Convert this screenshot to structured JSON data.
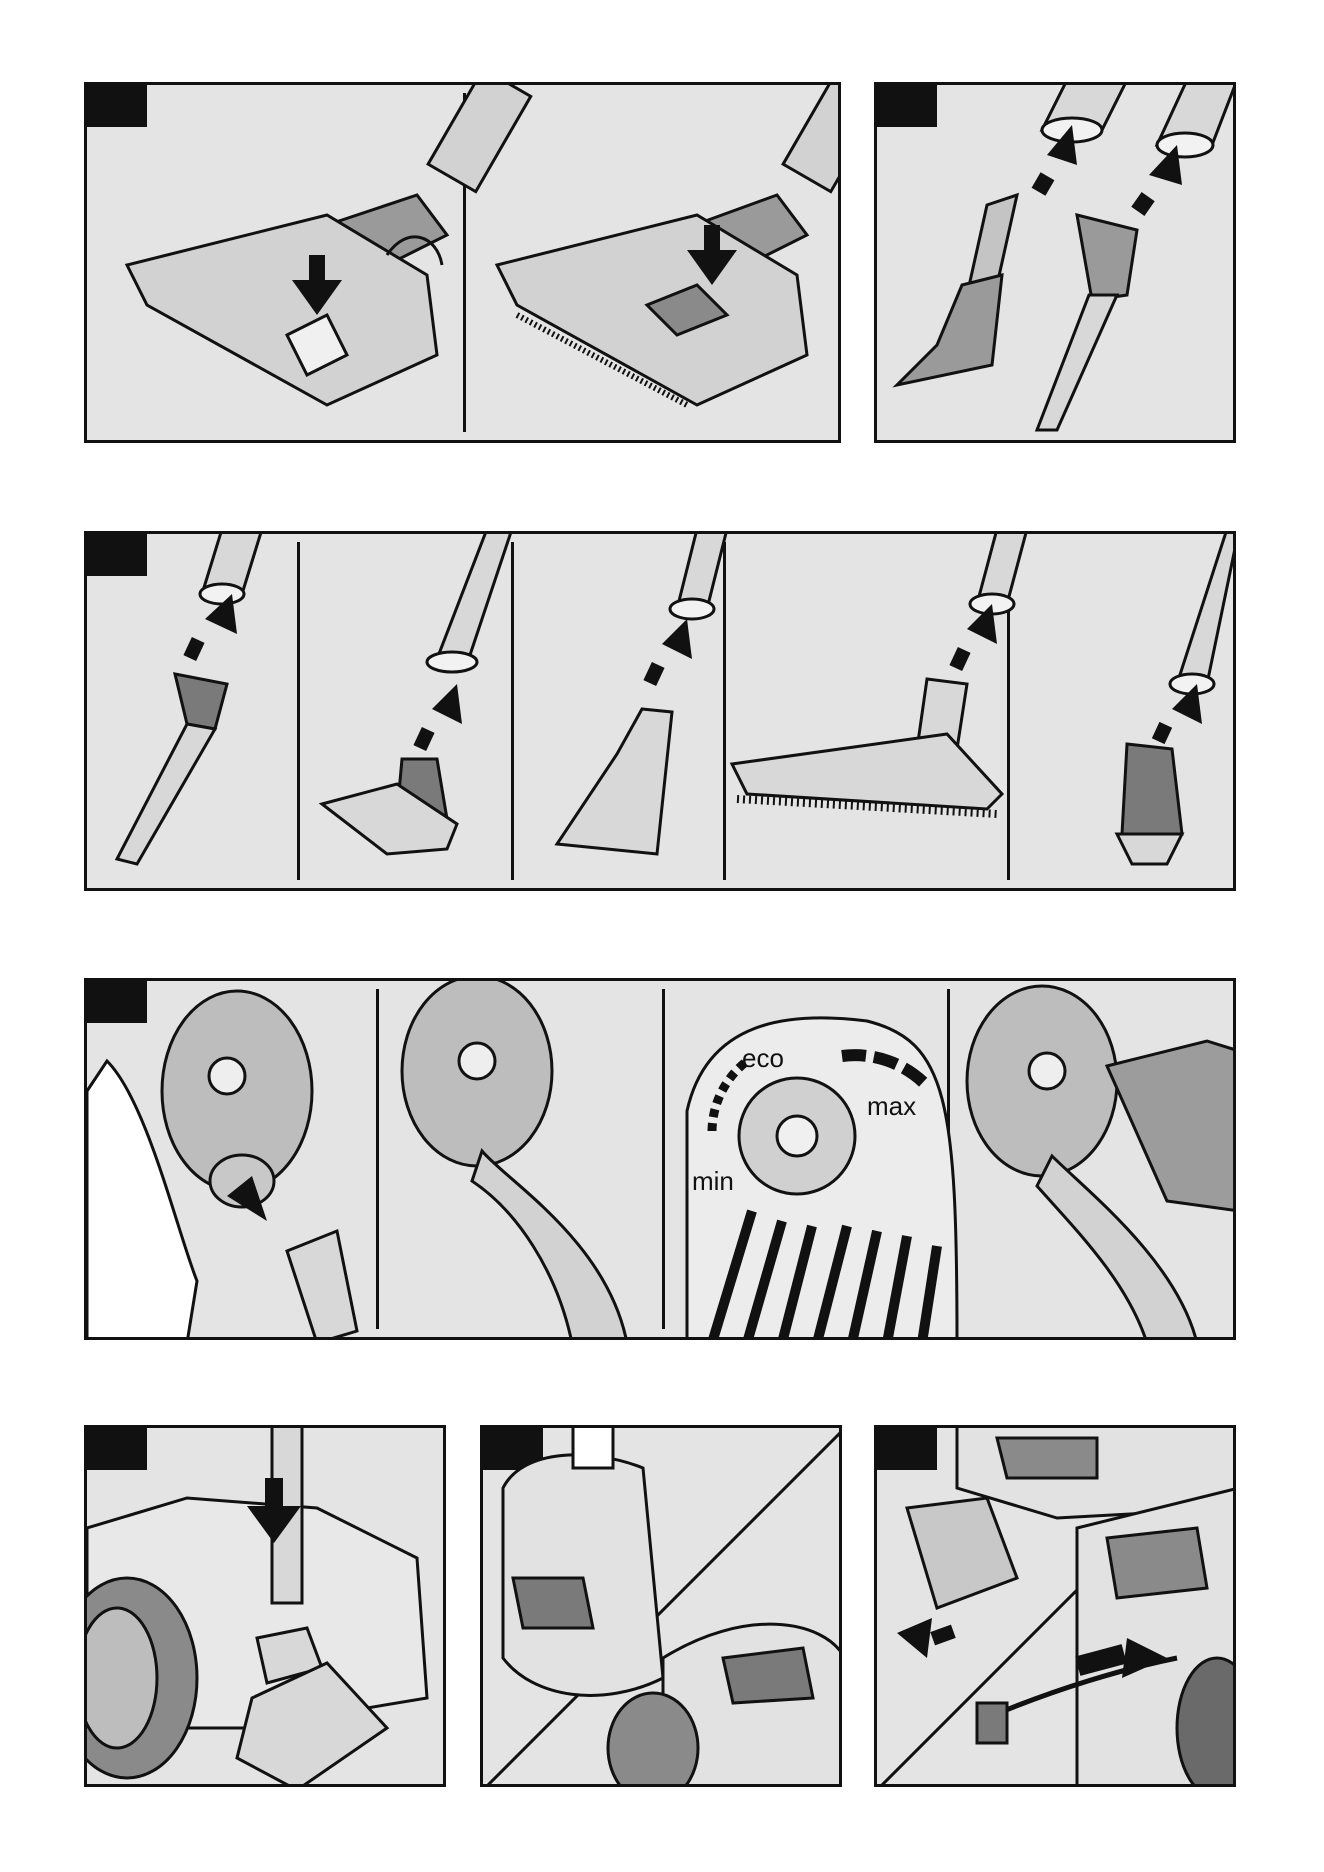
{
  "eco_dial": {
    "label_eco": "eco",
    "label_max": "max",
    "label_min": "min"
  },
  "icons": {
    "arrow": "down-arrow-icon",
    "dashed_arrow": "dashed-arrow-icon"
  },
  "colors": {
    "panel_bg": "#e4e4e4",
    "ink": "#111111",
    "part_fill": "#cfcfcf",
    "dark_part": "#7a7a7a"
  }
}
